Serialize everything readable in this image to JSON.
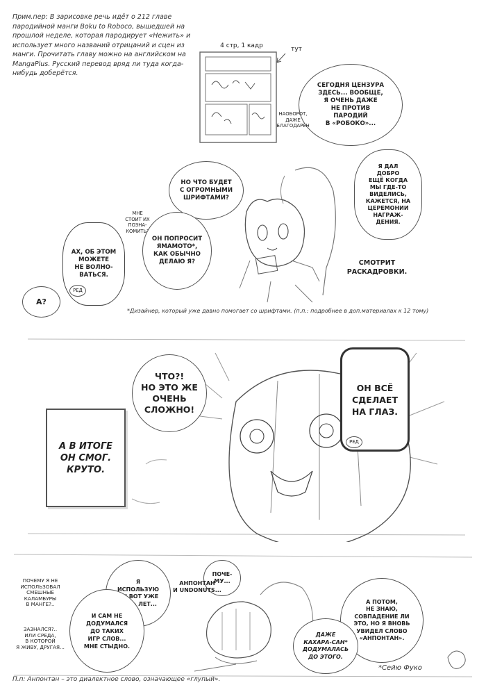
{
  "translator_note": "Прим.пер: В зарисовке речь идёт о 212 главе пародийной манги Boku to Roboco, вышедшей на прошлой неделе, которая пародирует «Нежить» и использует много названий отрицаний и сцен из манги. Прочитать главу можно на английском на MangaPlus. Русский перевод вряд ли туда когда-нибудь доберётся.",
  "panel1": {
    "page_label": "4 стр, 1 кадр",
    "here_label": "тут",
    "bubble_censor": "СЕГОДНЯ ЦЕНЗУРА\nЗДЕСЬ... ВООБЩЕ,\nЯ ОЧЕНЬ ДАЖЕ\nНЕ ПРОТИВ\nПАРОДИЙ\nВ «РОБОКО»...",
    "aside_grateful": "НАОБОРОТ,\nДАЖЕ\nБЛАГОДАРЕН"
  },
  "panel2": {
    "bubble_fonts": "НО ЧТО БУДЕТ\nС ОГРОМНЫМИ\nШРИФТАМИ?",
    "bubble_good": "Я ДАЛ\nДОБРО\nЕЩЁ КОГДА\nМЫ ГДЕ-ТО\nВИДЕЛИСЬ,\nКАЖЕТСЯ, НА\nЦЕРЕМОНИИ\nНАГРАЖ-\nДЕНИЯ.",
    "aside_meet": "МНЕ\nСТОИТ ИХ\nПОЗНА-\nКОМИТЬ?",
    "bubble_yamamoto": "ОН ПОПРОСИТ\nЯМАМОТО*,\nКАК ОБЫЧНО\nДЕЛАЮ Я?",
    "bubble_no_worry": "АХ, ОБ ЭТОМ\nМОЖЕТЕ\nНЕ ВОЛНО-\nВАТЬСЯ.",
    "editor_tag": "РЕД",
    "bubble_a": "А?",
    "looks_storyboards": "СМОТРИТ\nРАСКАДРОВКИ.",
    "footnote": "*Дизайнер, который уже давно помогает со шрифтами. (п.п.: подробнее в доп.материалах к 12 тому)"
  },
  "panel3": {
    "bubble_hard": "ЧТО?!\nНО ЭТО ЖЕ\nОЧЕНЬ\nСЛОЖНО!",
    "bubble_he_will": "ОН ВСЁ\nСДЕЛАЕТ\nНА ГЛАЗ.",
    "editor_tag": "РЕД",
    "box_result": "А В ИТОГЕ\nОН СМОГ.\nКРУТО."
  },
  "panel4": {
    "aside_puns": "ПОЧЕМУ Я НЕ\nИСПОЛЬЗОВАЛ\nСМЕШНЫЕ\nКАЛАМБУРЫ\nВ МАНГЕ?..",
    "aside_cocky": "ЗАЗНАЛСЯ?..\nИЛИ СРЕДА,\nВ КОТОРОЙ\nЯ ЖИВУ, ДРУГАЯ...",
    "bubble_un": "Я\nИСПОЛЬЗУЮ\nUN ВОТ УЖЕ\nПЯТЬ ЛЕТ...",
    "bubble_not_thought": "И САМ НЕ\nДОДУМАЛСЯ\nДО ТАКИХ\nИГР СЛОВ...\nМНЕ СТЫДНО.",
    "bubble_why": "ПОЧЕ-\nМУ...",
    "aside_anpontan": "АНПОНТАН\nИ UNDONUTS...",
    "bubble_coincidence": "А ПОТОМ,\nНЕ ЗНАЮ,\nСОВПАДЕНИЕ ЛИ\nЭТО, НО Я ВНОВЬ\nУВИДЕЛ СЛОВО\n«АНПОНТАН».",
    "bubble_kahara": "ДАЖЕ\nКАХАРА-САН*\nДОДУМАЛАСЬ\nДО ЭТОГО.",
    "signature": "*Сейю Фуко"
  },
  "bottom_note": "П.п: Анпонтан – это диалектное слово, означающее «глупый»."
}
